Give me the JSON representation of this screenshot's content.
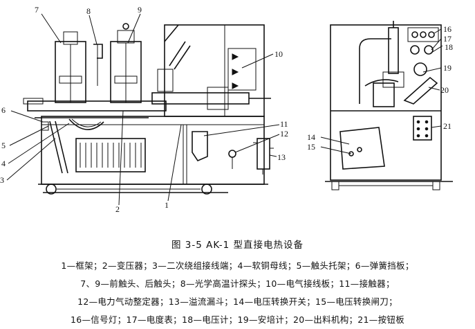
{
  "figure": {
    "caption": "图 3-5   AK-1 型直接电热设备",
    "legend_lines": [
      "1—框架；2—变压器；3—二次绕组接线端；4—软铜母线；5—触头托架；6—弹簧挡板；",
      "7、9—前触头、后触头；8—光学高温计探头；10—电气接线板；11—接触器；",
      "12—电力气动整定器；13—溢流漏斗；14—电压转换开关；15—电压转换闸刀；",
      "16—信号灯；17—电度表；18—电压计；19—安培计；20—出料机构；21—按钮板"
    ]
  },
  "callouts": [
    {
      "id": "callout-1",
      "label": "1"
    },
    {
      "id": "callout-2",
      "label": "2"
    },
    {
      "id": "callout-3",
      "label": "3"
    },
    {
      "id": "callout-4",
      "label": "4"
    },
    {
      "id": "callout-5",
      "label": "5"
    },
    {
      "id": "callout-6",
      "label": "6"
    },
    {
      "id": "callout-7",
      "label": "7"
    },
    {
      "id": "callout-8",
      "label": "8"
    },
    {
      "id": "callout-9",
      "label": "9"
    },
    {
      "id": "callout-10",
      "label": "10"
    },
    {
      "id": "callout-11",
      "label": "11"
    },
    {
      "id": "callout-12",
      "label": "12"
    },
    {
      "id": "callout-13",
      "label": "13"
    },
    {
      "id": "callout-14",
      "label": "14"
    },
    {
      "id": "callout-15",
      "label": "15"
    },
    {
      "id": "callout-16",
      "label": "16"
    },
    {
      "id": "callout-17",
      "label": "17"
    },
    {
      "id": "callout-18",
      "label": "18"
    },
    {
      "id": "callout-19",
      "label": "19"
    },
    {
      "id": "callout-20",
      "label": "20"
    },
    {
      "id": "callout-21",
      "label": "21"
    }
  ]
}
